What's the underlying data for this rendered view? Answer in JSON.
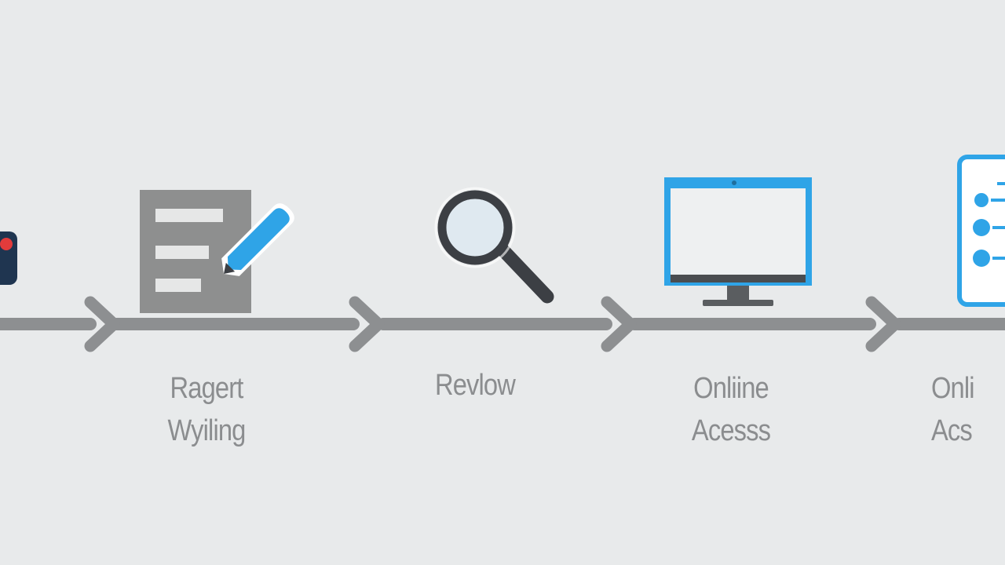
{
  "colors": {
    "background": "#e8eaeb",
    "arrow": "#8d8f91",
    "doc_gray": "#8e8f8f",
    "blue": "#2fa4e7",
    "dark": "#3c3f44",
    "navy": "#1f3550",
    "red": "#e23b3b",
    "text": "#8b8d8f"
  },
  "steps": [
    {
      "icon": "backpack-icon",
      "line1": "",
      "line2": ""
    },
    {
      "icon": "document-pencil-icon",
      "line1": "Ragert",
      "line2": "Wyiling"
    },
    {
      "icon": "magnifier-icon",
      "line1": "Revlow",
      "line2": ""
    },
    {
      "icon": "monitor-icon",
      "line1": "Onliine",
      "line2": "Acesss"
    },
    {
      "icon": "checklist-icon",
      "line1": "Onli",
      "line2": "Acs"
    }
  ]
}
